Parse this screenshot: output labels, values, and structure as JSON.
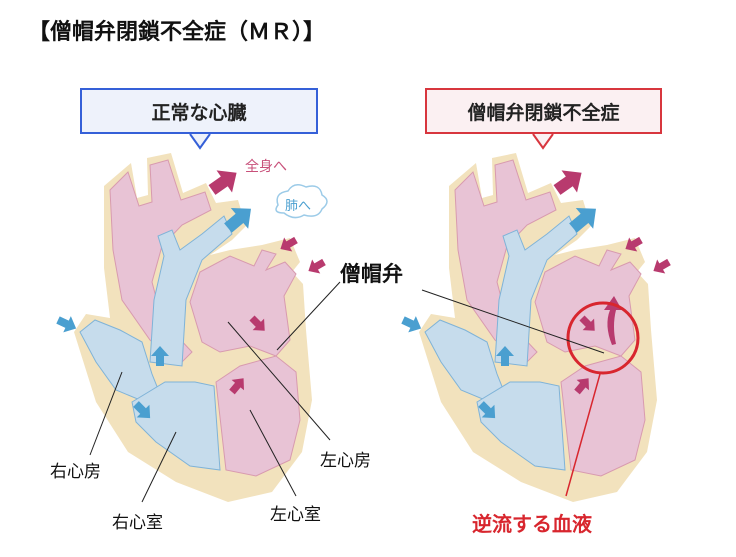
{
  "title": "【僧帽弁閉鎖不全症（ＭＲ）】",
  "panels": {
    "normal": {
      "label": "正常な心臓"
    },
    "mr": {
      "label": "僧帽弁閉鎖不全症"
    }
  },
  "flow_labels": {
    "to_body": "全身へ",
    "to_lungs": "肺へ"
  },
  "anatomy": {
    "right_atrium": "右心房",
    "right_ventricle": "右心室",
    "left_ventricle": "左心室",
    "left_atrium": "左心房",
    "mitral_valve": "僧帽弁"
  },
  "regurgitation_label": "逆流する血液",
  "colors": {
    "arterial": "#b83a6e",
    "venous": "#4a9fd0",
    "pink_fill": "#e8c3d5",
    "blue_fill": "#c6dcec",
    "tissue": "#f2e2bd",
    "highlight": "#d8262e",
    "normal_box_border": "#3560d8",
    "mr_box_border": "#d8363e"
  }
}
